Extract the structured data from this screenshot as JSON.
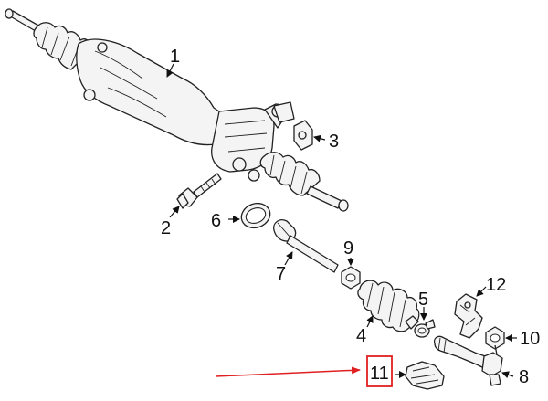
{
  "diagram": {
    "accent_color": "#e02020",
    "callouts": [
      {
        "id": "1",
        "label": "1"
      },
      {
        "id": "2",
        "label": "2"
      },
      {
        "id": "3",
        "label": "3"
      },
      {
        "id": "4",
        "label": "4"
      },
      {
        "id": "5",
        "label": "5"
      },
      {
        "id": "6",
        "label": "6"
      },
      {
        "id": "7",
        "label": "7"
      },
      {
        "id": "8",
        "label": "8"
      },
      {
        "id": "9",
        "label": "9"
      },
      {
        "id": "10",
        "label": "10"
      },
      {
        "id": "11",
        "label": "11",
        "highlighted": true
      },
      {
        "id": "12",
        "label": "12"
      }
    ]
  }
}
